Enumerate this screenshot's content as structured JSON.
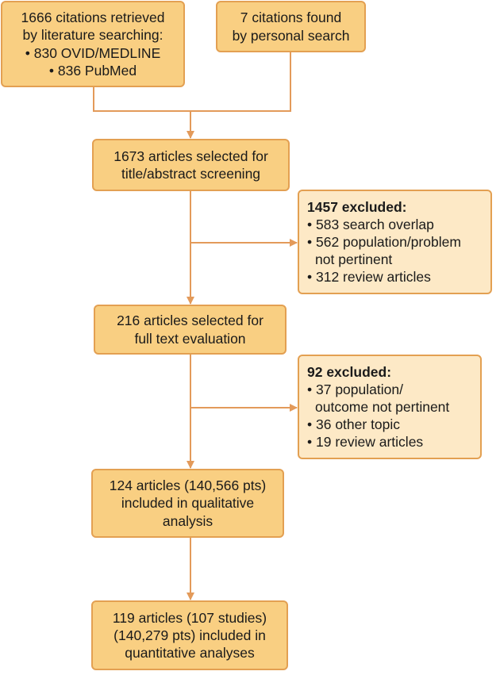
{
  "boxes": {
    "literature": {
      "lines": [
        "1666 citations retrieved",
        "by literature searching:",
        "• 830 OVID/MEDLINE",
        "• 836 PubMed"
      ]
    },
    "personal": {
      "lines": [
        "7 citations found",
        "by personal search"
      ]
    },
    "screening": {
      "lines": [
        "1673 articles selected for",
        "title/abstract screening"
      ]
    },
    "excluded_1": {
      "title": "1457 excluded:",
      "items": [
        "• 583 search overlap",
        "• 562 population/problem",
        "not pertinent",
        "• 312 review articles"
      ]
    },
    "fulltext": {
      "lines": [
        "216 articles selected for",
        "full text evaluation"
      ]
    },
    "excluded_2": {
      "title": "92 excluded:",
      "items": [
        "• 37 population/",
        "outcome not pertinent",
        "• 36 other topic",
        "• 19 review articles"
      ]
    },
    "qualitative": {
      "lines": [
        "124 articles (140,566 pts)",
        "included in qualitative",
        "analysis"
      ]
    },
    "quantitative": {
      "lines": [
        "119 articles (107 studies)",
        "(140,279 pts) included in",
        "quantitative analyses"
      ]
    }
  },
  "colors": {
    "main_fill": "#f9cf82",
    "exclusion_fill": "#fde9c6",
    "border": "#e3a052",
    "connector": "#e39a5a"
  }
}
